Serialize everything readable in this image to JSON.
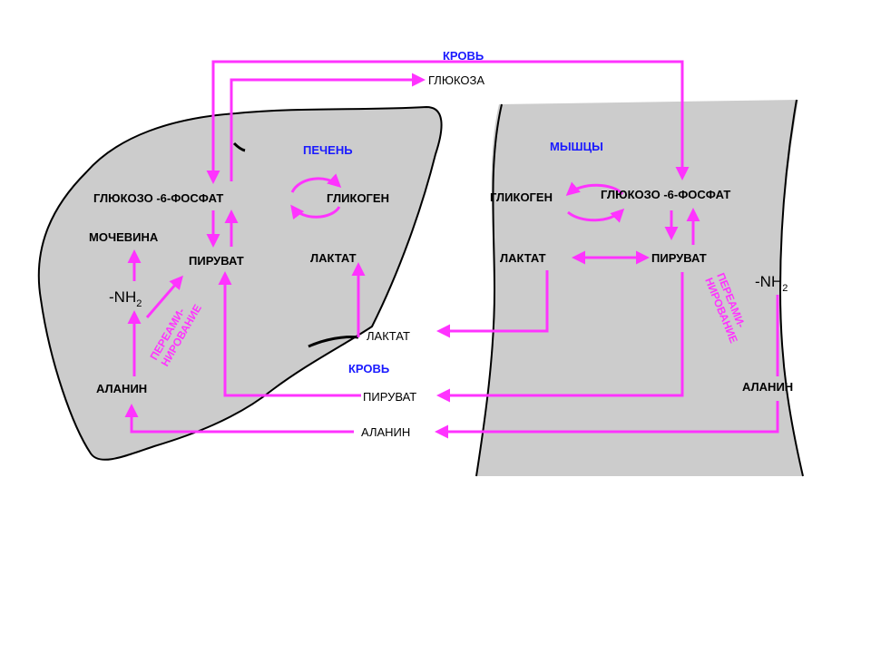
{
  "colors": {
    "arrow": "#ff33ff",
    "organ_fill": "#cccccc",
    "organ_outline": "#000000",
    "region_label": "#1a1aff",
    "background": "#ffffff"
  },
  "top": {
    "blood": "КРОВЬ",
    "glucose": "ГЛЮКОЗА"
  },
  "liver": {
    "title": "ПЕЧЕНЬ",
    "g6p": "ГЛЮКОЗО -6-ФОСФАТ",
    "glycogen": "ГЛИКОГЕН",
    "urea": "МОЧЕВИНА",
    "pyruvate": "ПИРУВАТ",
    "lactate": "ЛАКТАТ",
    "nh2": "-NH",
    "nh2_sub": "2",
    "transamination_1": "ПЕРЕАМИ-",
    "transamination_2": "НИРОВАНИЕ",
    "alanine": "АЛАНИН"
  },
  "muscle": {
    "title": "МЫШЦЫ",
    "glycogen": "ГЛИКОГЕН",
    "g6p": "ГЛЮКОЗО -6-ФОСФАТ",
    "lactate": "ЛАКТАТ",
    "pyruvate": "ПИРУВАТ",
    "nh2": "-NH",
    "nh2_sub": "2",
    "transamination_1": "ПЕРЕАМИ-",
    "transamination_2": "НИРОВАНИЕ",
    "alanine": "АЛАНИН"
  },
  "blood_middle": {
    "lactate": "ЛАКТАТ",
    "blood": "КРОВЬ",
    "pyruvate": "ПИРУВАТ",
    "alanine": "АЛАНИН"
  }
}
